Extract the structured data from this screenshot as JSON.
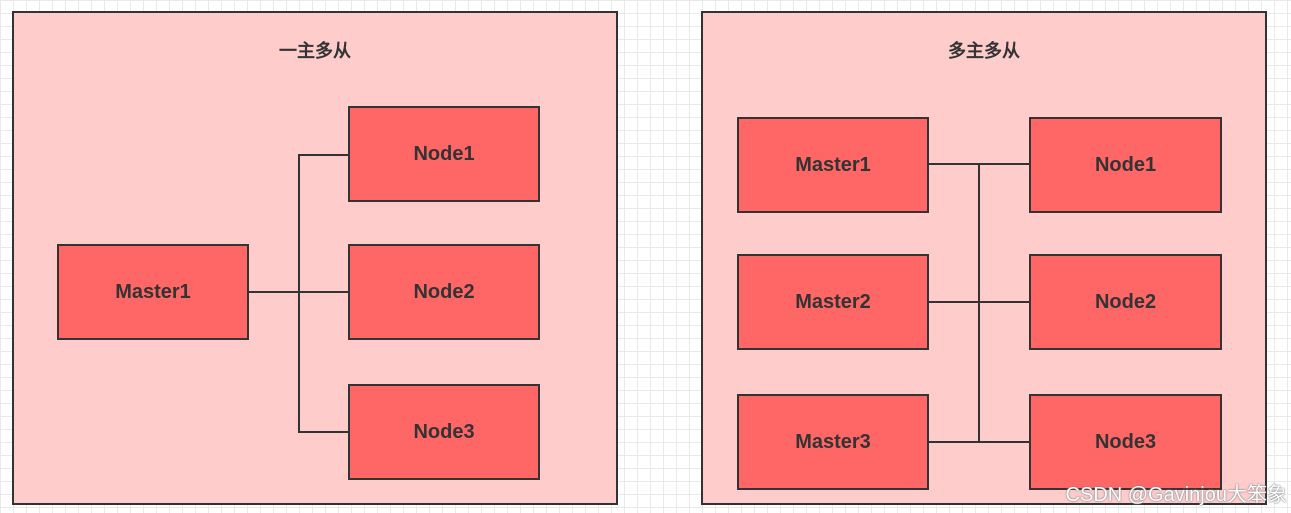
{
  "left_panel": {
    "title": "一主多从",
    "master": "Master1",
    "nodes": [
      "Node1",
      "Node2",
      "Node3"
    ]
  },
  "right_panel": {
    "title": "多主多从",
    "masters": [
      "Master1",
      "Master2",
      "Master3"
    ],
    "nodes": [
      "Node1",
      "Node2",
      "Node3"
    ]
  },
  "watermark": "CSDN @Gavinjou大笨象",
  "colors": {
    "panel_fill": "#ffcccc",
    "node_fill": "#ff6666",
    "stroke": "#333333"
  }
}
